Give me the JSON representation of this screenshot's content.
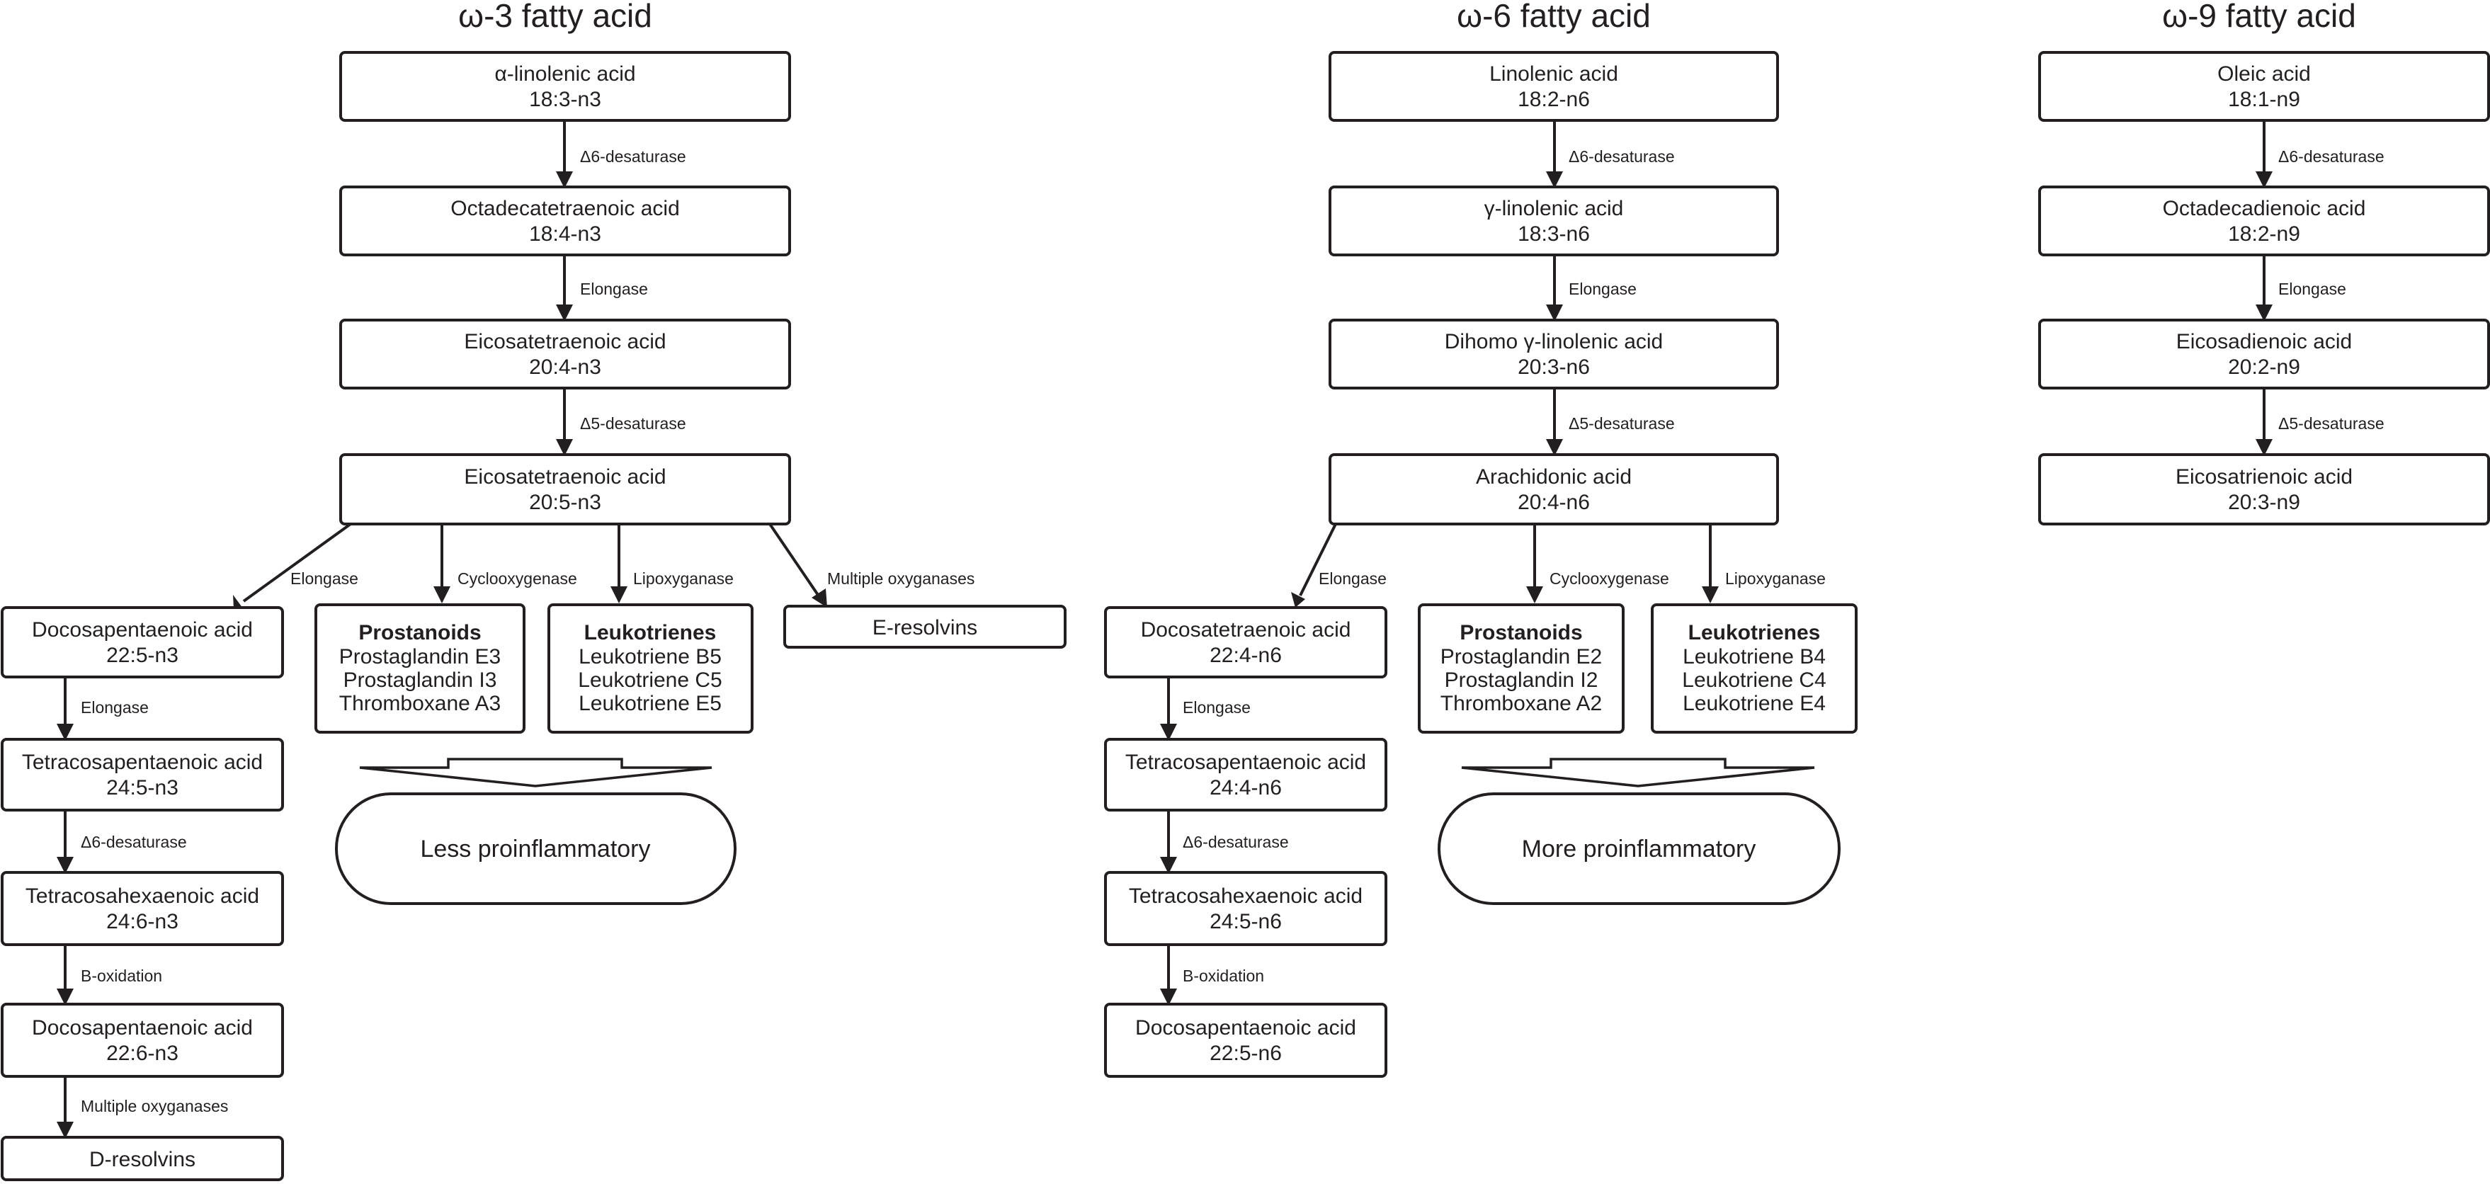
{
  "headings": {
    "omega3": "ω-3 fatty acid",
    "omega6": "ω-6 fatty acid",
    "omega9": "ω-9 fatty acid"
  },
  "nodes": {
    "w3_ala": {
      "name": "α-linolenic acid",
      "code": "18:3-n3"
    },
    "w3_oct": {
      "name": "Octadecatetraenoic acid",
      "code": "18:4-n3"
    },
    "w3_eic4": {
      "name": "Eicosatetraenoic acid",
      "code": "20:4-n3"
    },
    "w3_eic5": {
      "name": "Eicosatetraenoic acid",
      "code": "20:5-n3"
    },
    "w3_dpa": {
      "name": "Docosapentaenoic acid",
      "code": "22:5-n3"
    },
    "w3_tpa": {
      "name": "Tetracosapentaenoic acid",
      "code": "24:5-n3"
    },
    "w3_tha": {
      "name": "Tetracosahexaenoic acid",
      "code": "24:6-n3"
    },
    "w3_dha": {
      "name": "Docosapentaenoic acid",
      "code": "22:6-n3"
    },
    "w3_dres": {
      "name": "D-resolvins"
    },
    "w3_eres": {
      "name": "E-resolvins"
    },
    "w3_pros": {
      "title": "Prostanoids",
      "lines": [
        "Prostaglandin E3",
        "Prostaglandin I3",
        "Thromboxane A3"
      ]
    },
    "w3_leuk": {
      "title": "Leukotrienes",
      "lines": [
        "Leukotriene B5",
        "Leukotriene C5",
        "Leukotriene E5"
      ]
    },
    "w6_la": {
      "name": "Linolenic acid",
      "code": "18:2-n6"
    },
    "w6_gla": {
      "name": "γ-linolenic acid",
      "code": "18:3-n6"
    },
    "w6_dgla": {
      "name": "Dihomo γ-linolenic acid",
      "code": "20:3-n6"
    },
    "w6_aa": {
      "name": "Arachidonic acid",
      "code": "20:4-n6"
    },
    "w6_dta": {
      "name": "Docosatetraenoic acid",
      "code": "22:4-n6"
    },
    "w6_tpa": {
      "name": "Tetracosapentaenoic acid",
      "code": "24:4-n6"
    },
    "w6_tha": {
      "name": "Tetracosahexaenoic acid",
      "code": "24:5-n6"
    },
    "w6_dpa": {
      "name": "Docosapentaenoic acid",
      "code": "22:5-n6"
    },
    "w6_pros": {
      "title": "Prostanoids",
      "lines": [
        "Prostaglandin E2",
        "Prostaglandin I2",
        "Thromboxane A2"
      ]
    },
    "w6_leuk": {
      "title": "Leukotrienes",
      "lines": [
        "Leukotriene B4",
        "Leukotriene C4",
        "Leukotriene E4"
      ]
    },
    "w9_oa": {
      "name": "Oleic acid",
      "code": "18:1-n9"
    },
    "w9_oda": {
      "name": "Octadecadienoic acid",
      "code": "18:2-n9"
    },
    "w9_eda": {
      "name": "Eicosadienoic acid",
      "code": "20:2-n9"
    },
    "w9_eta": {
      "name": "Eicosatrienoic acid",
      "code": "20:3-n9"
    }
  },
  "outcomes": {
    "less": "Less proinflammatory",
    "more": "More proinflammatory"
  },
  "edges": {
    "w3_1": "Δ6-desaturase",
    "w3_2": "Elongase",
    "w3_3": "Δ5-desaturase",
    "w3_elong": "Elongase",
    "w3_cox": "Cyclooxygenase",
    "w3_lox": "Lipoxyganase",
    "w3_moxE": "Multiple oxyganases",
    "w3_4": "Elongase",
    "w3_5": "Δ6-desaturase",
    "w3_6": "B-oxidation",
    "w3_moxD": "Multiple oxyganases",
    "w6_1": "Δ6-desaturase",
    "w6_2": "Elongase",
    "w6_3": "Δ5-desaturase",
    "w6_elong": "Elongase",
    "w6_cox": "Cyclooxygenase",
    "w6_lox": "Lipoxyganase",
    "w6_4": "Elongase",
    "w6_5": "Δ6-desaturase",
    "w6_6": "B-oxidation",
    "w9_1": "Δ6-desaturase",
    "w9_2": "Elongase",
    "w9_3": "Δ5-desaturase"
  }
}
